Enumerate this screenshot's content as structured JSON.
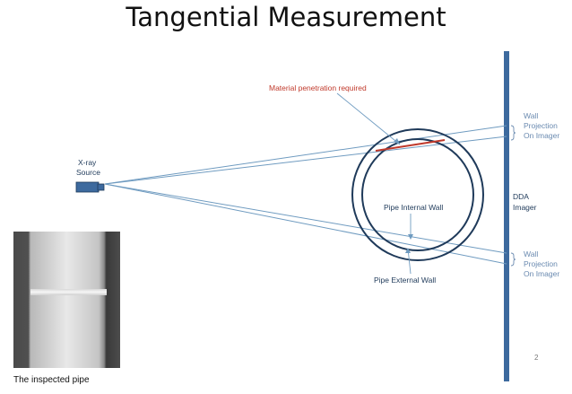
{
  "title": "Tangential Measurement",
  "labels": {
    "xray_line1": "X-ray",
    "xray_line2": "Source",
    "material": "Material penetration required",
    "internal_wall": "Pipe Internal Wall",
    "external_wall": "Pipe External Wall",
    "dda_line1": "DDA",
    "dda_line2": "Imager",
    "wall_proj_top": [
      "Wall",
      "Projection",
      "On Imager"
    ],
    "wall_proj_bottom": [
      "Wall",
      "Projection",
      "On Imager"
    ]
  },
  "caption": "The inspected pipe",
  "page_number": "2",
  "colors": {
    "line": "#6f9bc0",
    "circle": "#1f3a5a",
    "imager": "#3d6a9e",
    "source": "#3d6a9e",
    "penetration": "#c0392b"
  }
}
